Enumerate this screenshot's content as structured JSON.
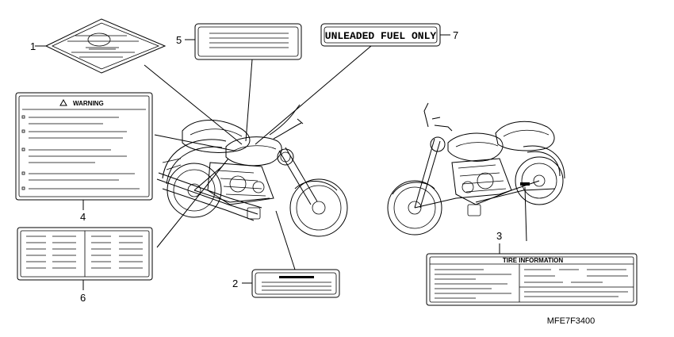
{
  "labels": {
    "fuel_label_text": "UNLEADED FUEL ONLY",
    "warning_title": "WARNING",
    "tire_info_title": "TIRE INFORMATION"
  },
  "callouts": [
    "1",
    "2",
    "3",
    "4",
    "5",
    "6",
    "7"
  ],
  "diagram_code": "MFE7F3400"
}
